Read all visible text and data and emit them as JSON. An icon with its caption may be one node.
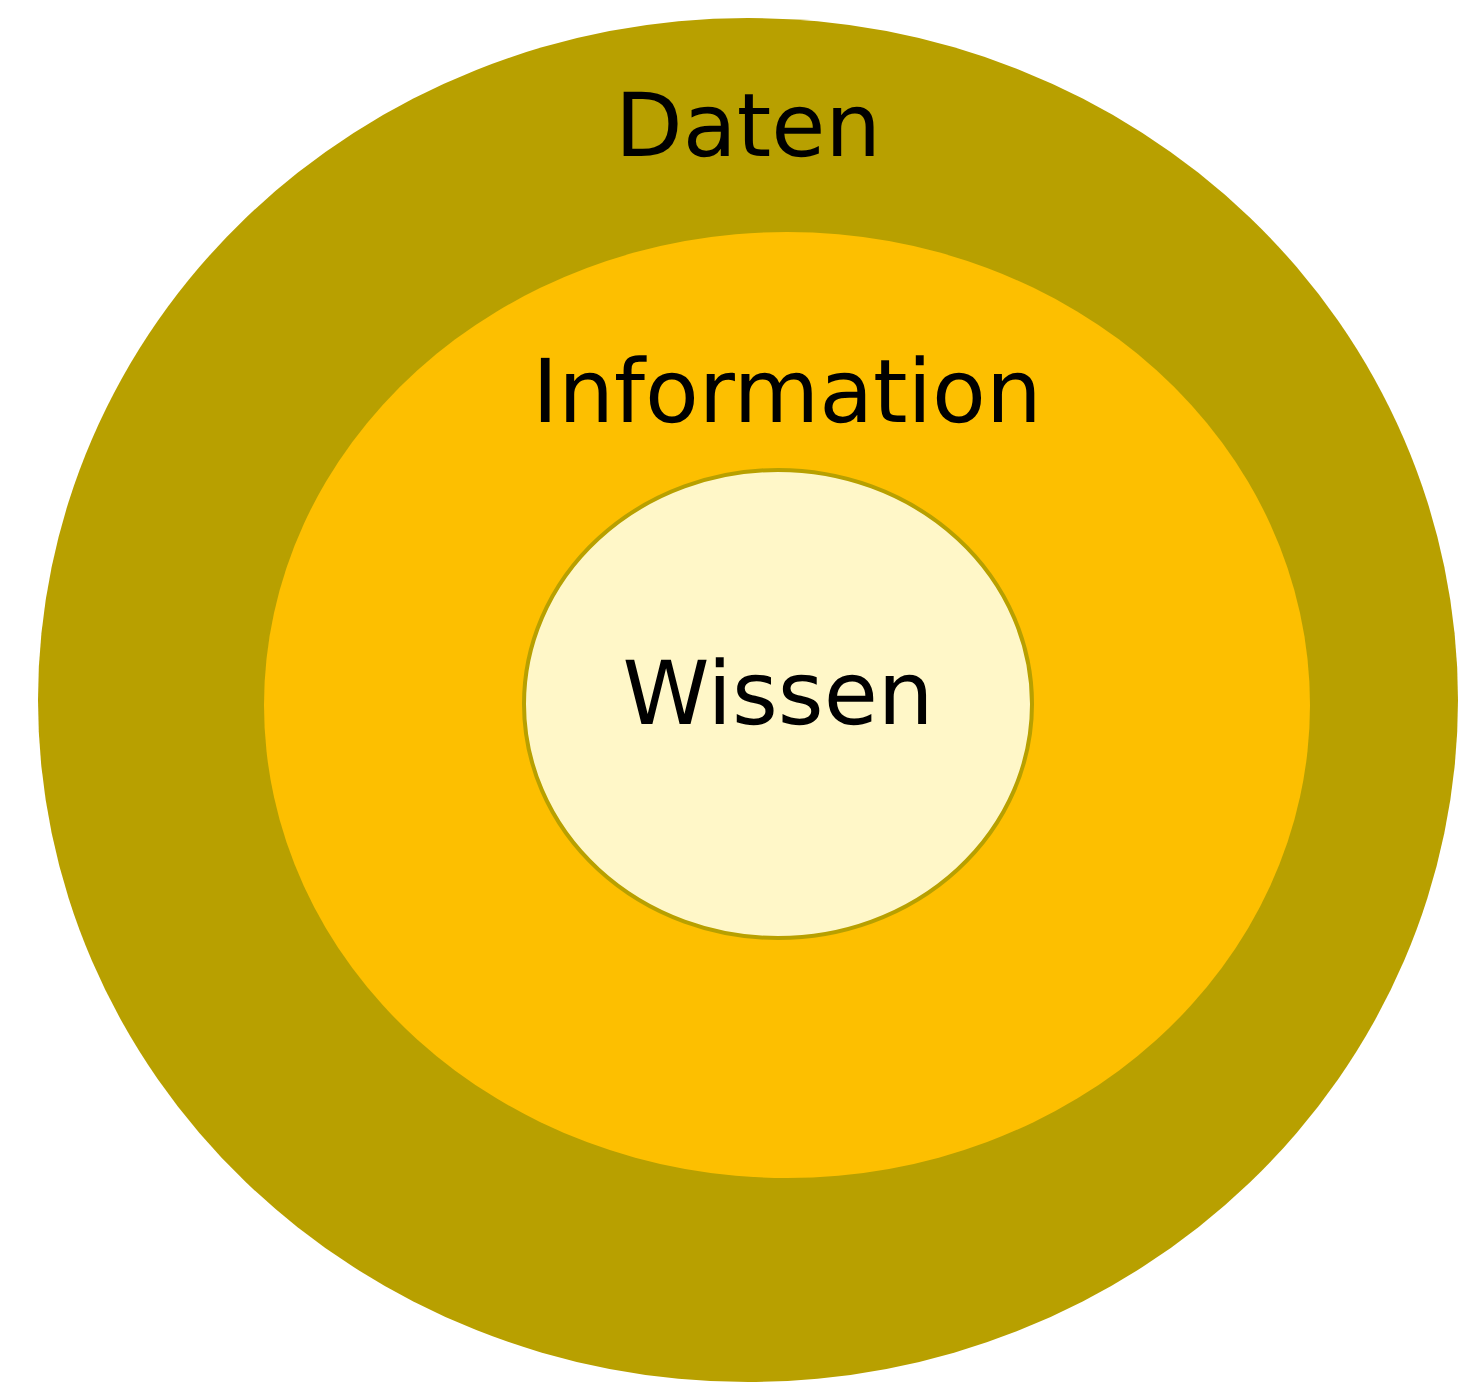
{
  "diagram": {
    "nodes": [
      {
        "text": [
          "Daten"
        ]
      },
      {
        "text": [
          "Information"
        ],
        "in": 0
      },
      {
        "text": [
          "Wissen"
        ],
        "in": 1
      }
    ]
  }
}
